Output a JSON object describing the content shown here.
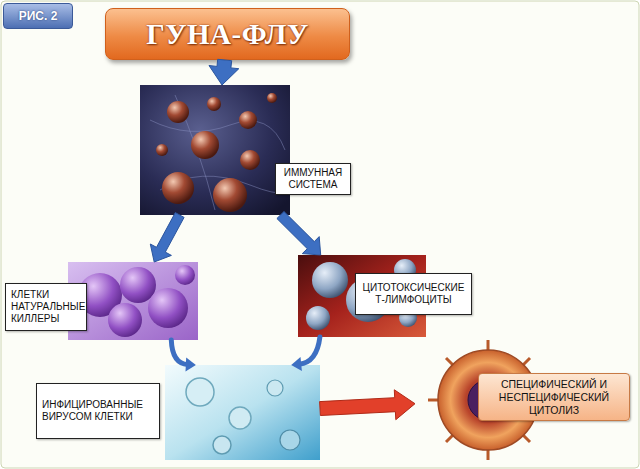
{
  "diagram": {
    "nodes": [
      {
        "text": [
          "ГУНА-ФЛУ"
        ]
      },
      {
        "text": [
          "ИММУННАЯ СИСТЕМА"
        ]
      },
      {
        "text": [
          "КЛЕТКИ НАТУРАЛЬНЫЕ КИЛЛЕРЫ"
        ]
      },
      {
        "text": [
          "ЦИТОТОКСИЧЕСКИЕ Т-ЛИМФОЦИТЫ"
        ]
      },
      {
        "text": [
          "ИНФИЦИРОВАННЫЕ ВИРУСОМ КЛЕТКИ"
        ]
      },
      {
        "text": [
          "СПЕЦИФИЧЕСКИЙ И НЕСПЕЦИФИЧЕСКИЙ ЦИТОЛИЗ"
        ]
      }
    ],
    "edges": [
      {
        "from": 0,
        "to": 1,
        "arrow": "to"
      },
      {
        "from": 1,
        "to": 2,
        "arrow": "to"
      },
      {
        "from": 1,
        "to": 3,
        "arrow": "to"
      },
      {
        "from": 2,
        "to": 4,
        "arrow": "to"
      },
      {
        "from": 3,
        "to": 4,
        "arrow": "to"
      },
      {
        "from": 4,
        "to": 5,
        "arrow": "to"
      }
    ],
    "labels": [
      "РИС. 2"
    ]
  }
}
